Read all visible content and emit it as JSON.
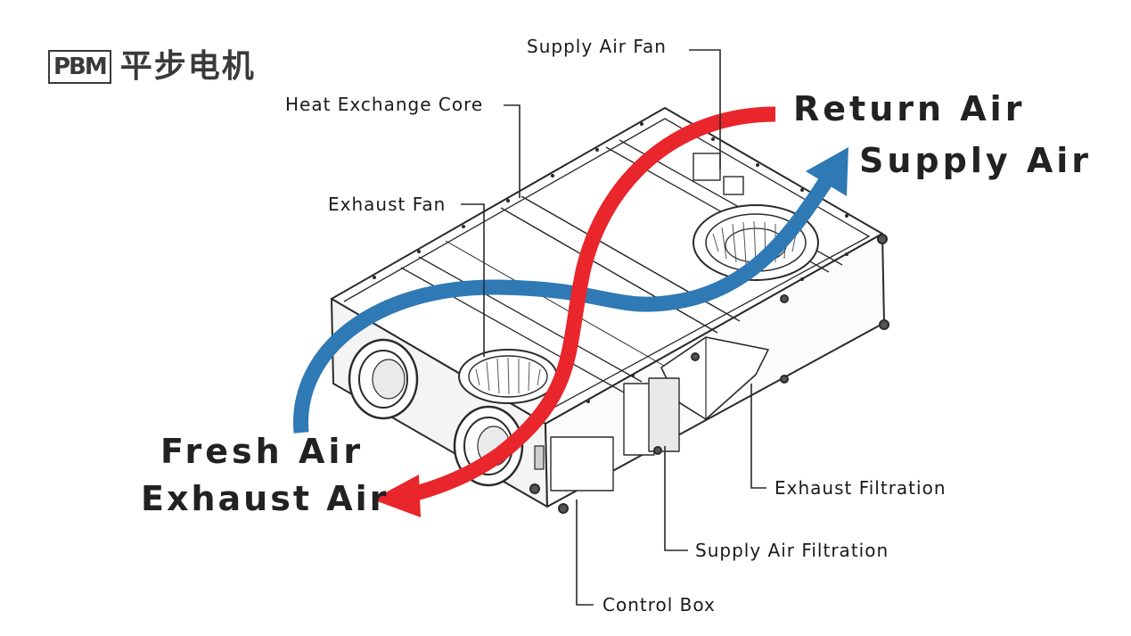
{
  "brand": {
    "logo_mark": "PBM",
    "name": "平步电机"
  },
  "labels": {
    "supply_air_fan": "Supply Air Fan",
    "heat_exchange_core": "Heat Exchange Core",
    "exhaust_fan": "Exhaust Fan",
    "exhaust_filtration": "Exhaust Filtration",
    "supply_air_filtration": "Supply Air Filtration",
    "control_box": "Control Box"
  },
  "airflows": {
    "return_air": "Return Air",
    "supply_air": "Supply Air",
    "fresh_air": "Fresh Air",
    "exhaust_air": "Exhaust Air"
  },
  "colors": {
    "return_exhaust_arrow": "#e8262b",
    "fresh_supply_arrow": "#2f79b5",
    "linework": "#2a2a2a"
  }
}
